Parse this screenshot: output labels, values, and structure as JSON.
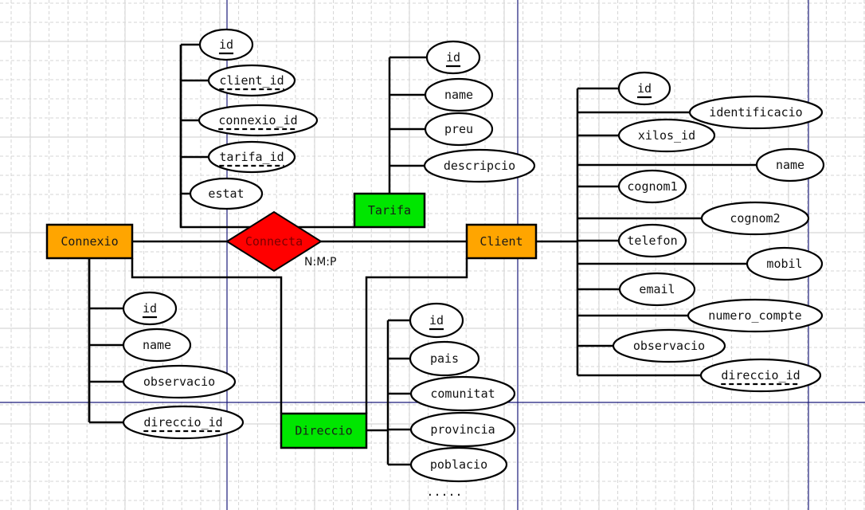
{
  "diagram": {
    "type": "entity-relationship",
    "colors": {
      "entity_strong": "#FFA500",
      "entity_weak": "#00E600",
      "relationship": "#FF0000",
      "page_break": "#1A1A7A",
      "grid": "#D4D4D4"
    },
    "relationship": {
      "name": "Connecta",
      "cardinality": "N:M:P",
      "connects": [
        "Connexio",
        "Client",
        "Tarifa"
      ]
    },
    "entities": {
      "connexio": {
        "name": "Connexio",
        "kind": "strong",
        "attributes": [
          {
            "name": "id",
            "key": "primary"
          },
          {
            "name": "name",
            "key": "none"
          },
          {
            "name": "observacio",
            "key": "none"
          },
          {
            "name": "direccio_id",
            "key": "foreign"
          }
        ]
      },
      "client": {
        "name": "Client",
        "kind": "strong",
        "attributes": [
          {
            "name": "id",
            "key": "primary"
          },
          {
            "name": "identificacio",
            "key": "none"
          },
          {
            "name": "xilos_id",
            "key": "none"
          },
          {
            "name": "name",
            "key": "none"
          },
          {
            "name": "cognom1",
            "key": "none"
          },
          {
            "name": "cognom2",
            "key": "none"
          },
          {
            "name": "telefon",
            "key": "none"
          },
          {
            "name": "mobil",
            "key": "none"
          },
          {
            "name": "email",
            "key": "none"
          },
          {
            "name": "numero_compte",
            "key": "none"
          },
          {
            "name": "observacio",
            "key": "none"
          },
          {
            "name": "direccio_id",
            "key": "foreign"
          }
        ]
      },
      "tarifa": {
        "name": "Tarifa",
        "kind": "weak",
        "attributes": [
          {
            "name": "id",
            "key": "primary"
          },
          {
            "name": "name",
            "key": "none"
          },
          {
            "name": "preu",
            "key": "none"
          },
          {
            "name": "descripcio",
            "key": "none"
          }
        ]
      },
      "direccio": {
        "name": "Direccio",
        "kind": "weak",
        "attributes": [
          {
            "name": "id",
            "key": "primary"
          },
          {
            "name": "pais",
            "key": "none"
          },
          {
            "name": "comunitat",
            "key": "none"
          },
          {
            "name": "provincia",
            "key": "none"
          },
          {
            "name": "poblacio",
            "key": "none"
          }
        ],
        "more_indicator": "....."
      }
    },
    "relationship_attributes": [
      {
        "name": "id",
        "key": "primary"
      },
      {
        "name": "client_id",
        "key": "foreign"
      },
      {
        "name": "connexio_id",
        "key": "foreign"
      },
      {
        "name": "tarifa_id",
        "key": "foreign"
      },
      {
        "name": "estat",
        "key": "none"
      }
    ]
  }
}
